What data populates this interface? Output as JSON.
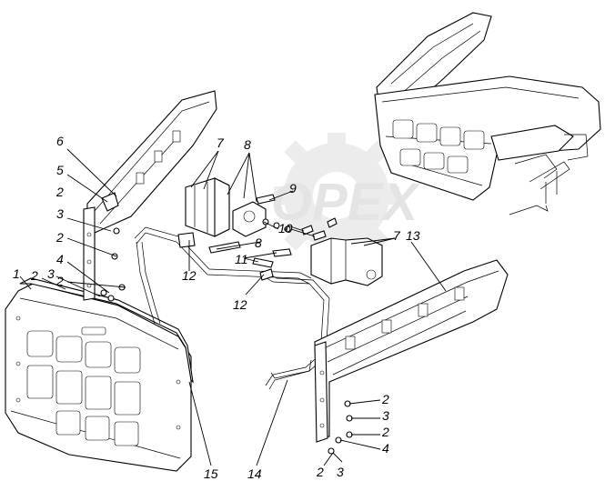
{
  "watermark": {
    "text": "OPEX",
    "color": "#e0e0e0"
  },
  "callouts": [
    {
      "id": "c1",
      "text": "1"
    },
    {
      "id": "c2a",
      "text": "2"
    },
    {
      "id": "c3a",
      "text": "3"
    },
    {
      "id": "c2b",
      "text": "2"
    },
    {
      "id": "c4a",
      "text": "4"
    },
    {
      "id": "c2c",
      "text": "2"
    },
    {
      "id": "c3b",
      "text": "3"
    },
    {
      "id": "c2d",
      "text": "2"
    },
    {
      "id": "c5",
      "text": "5"
    },
    {
      "id": "c6",
      "text": "6"
    },
    {
      "id": "c7a",
      "text": "7"
    },
    {
      "id": "c8a",
      "text": "8"
    },
    {
      "id": "c9",
      "text": "9"
    },
    {
      "id": "c10",
      "text": "10"
    },
    {
      "id": "c8b",
      "text": "8"
    },
    {
      "id": "c11",
      "text": "11"
    },
    {
      "id": "c12a",
      "text": "12"
    },
    {
      "id": "c12b",
      "text": "12"
    },
    {
      "id": "c7b",
      "text": "7"
    },
    {
      "id": "c13",
      "text": "13"
    },
    {
      "id": "c2e",
      "text": "2"
    },
    {
      "id": "c3c",
      "text": "3"
    },
    {
      "id": "c2f",
      "text": "2"
    },
    {
      "id": "c4b",
      "text": "4"
    },
    {
      "id": "c2g",
      "text": "2"
    },
    {
      "id": "c3d",
      "text": "3"
    },
    {
      "id": "c14",
      "text": "14"
    },
    {
      "id": "c15",
      "text": "15"
    }
  ]
}
